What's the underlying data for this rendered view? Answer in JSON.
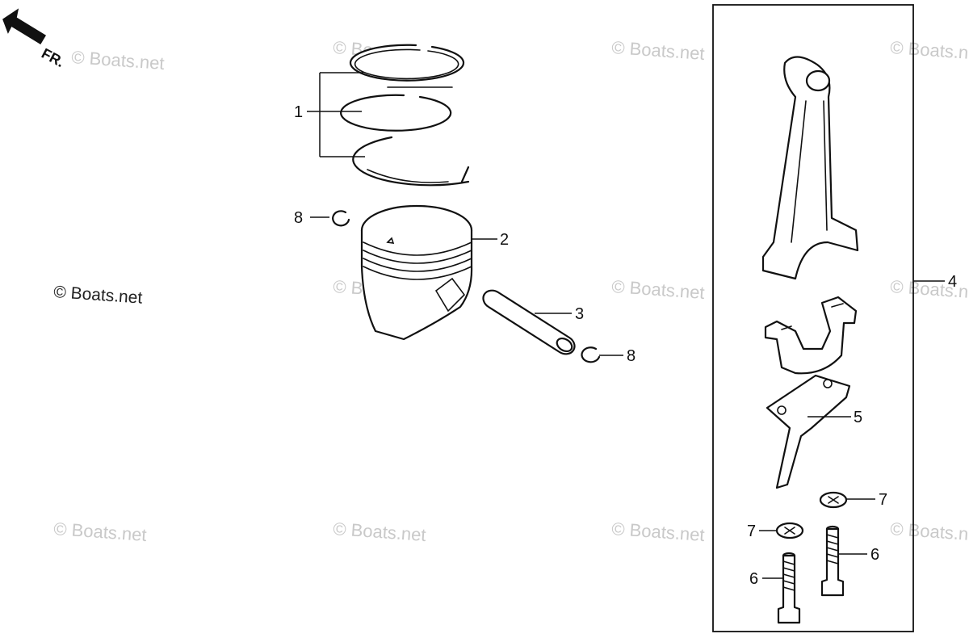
{
  "orientation": {
    "label": "FR."
  },
  "copyright": "© Boats.net",
  "watermark": "© Boats.net",
  "callouts": {
    "c1": "1",
    "c2": "2",
    "c3": "3",
    "c4": "4",
    "c5": "5",
    "c6a": "6",
    "c6b": "6",
    "c7a": "7",
    "c7b": "7",
    "c8a": "8",
    "c8b": "8"
  }
}
